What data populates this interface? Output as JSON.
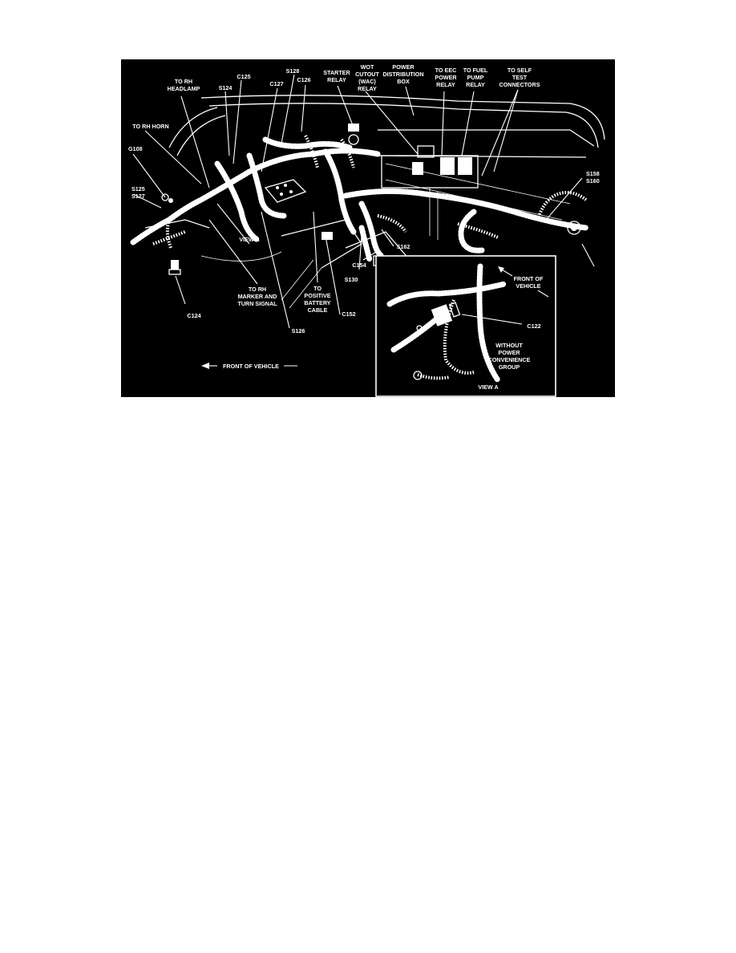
{
  "labels": {
    "to_rh_horn": "TO RH HORN",
    "to_rh_headlamp": [
      "TO RH",
      "HEADLAMP"
    ],
    "c125": "C125",
    "s124": "S124",
    "c127": "C127",
    "s128": "S128",
    "c126": "C126",
    "starter_relay": [
      "STARTER",
      "RELAY"
    ],
    "wot_relay": [
      "WOT",
      "CUTOUT",
      "(WAC)",
      "RELAY"
    ],
    "power_distribution_box": [
      "POWER",
      "DISTRIBUTION",
      "BOX"
    ],
    "to_eec_power_relay": [
      "TO EEC",
      "POWER",
      "RELAY"
    ],
    "to_fuel_pump_relay": [
      "TO FUEL",
      "PUMP",
      "RELAY"
    ],
    "to_self_test_connectors": [
      "TO SELF",
      "TEST",
      "CONNECTORS"
    ],
    "g108": "G108",
    "s125": "S125",
    "s127": "S127",
    "s158": "S158",
    "s160": "S160",
    "view_a_pointer": "VIEW A",
    "to_rh_marker": [
      "TO RH",
      "MARKER AND",
      "TURN SIGNAL"
    ],
    "to_positive_battery_cable": [
      "TO",
      "POSITIVE",
      "BATTERY",
      "CABLE"
    ],
    "c154": "C154",
    "s162": "S162",
    "s130": "S130",
    "c152": "C152",
    "c124": "C124",
    "s126": "S126",
    "front_of_vehicle_main": "FRONT OF VEHICLE",
    "inset_front_of_vehicle": [
      "FRONT OF",
      "VEHICLE"
    ],
    "c122": "C122",
    "without_power_convenience_group": [
      "WITHOUT",
      "POWER",
      "CONVENIENCE",
      "GROUP"
    ],
    "inset_view_a": "VIEW A"
  }
}
